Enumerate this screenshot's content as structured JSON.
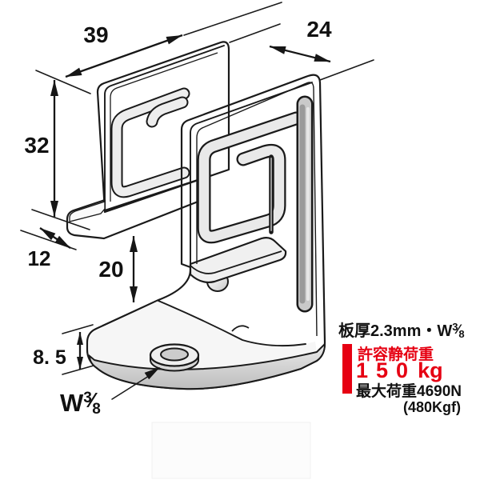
{
  "drawing": {
    "dims": {
      "width": "39",
      "depth": "24",
      "height": "32",
      "flange_depth": "12",
      "gap": "20",
      "foot_height": "8. 5"
    },
    "thread": {
      "w": "W",
      "num": "3",
      "slash": "⁄",
      "den": "8"
    }
  },
  "spec": {
    "thickness_note": "板厚2.3mm・",
    "thread_w": "W",
    "thread_num": "3",
    "thread_slash": "⁄",
    "thread_den": "8"
  },
  "load": {
    "static_title": "許容静荷重",
    "static_value": "150",
    "static_unit": "kg",
    "max_load": "最大荷重4690N",
    "max_load_sub": "(480Kgf)"
  },
  "colors": {
    "accent_red": "#e60012",
    "line": "#1a1a1a"
  }
}
